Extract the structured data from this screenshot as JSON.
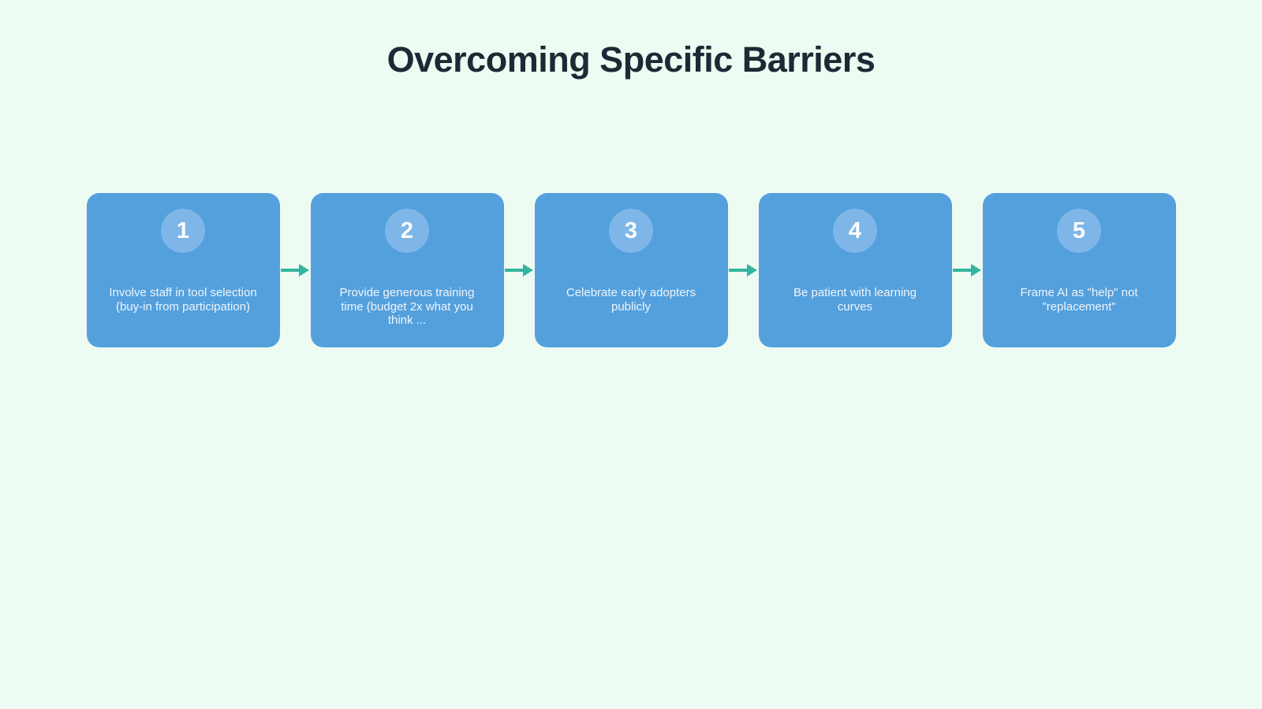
{
  "page": {
    "title": "Overcoming Specific Barriers"
  },
  "colors": {
    "page_bg": "#edfbf2",
    "card": "#54a0dd",
    "circle": "#7fb6e8",
    "arrow": "#35b5a0",
    "title_text": "#1e2935",
    "card_text": "#eef5fb"
  },
  "steps": [
    {
      "number": "1",
      "text": "Involve staff in tool selection (buy-in from participation)"
    },
    {
      "number": "2",
      "text": "Provide generous training time (budget 2x what you think ..."
    },
    {
      "number": "3",
      "text": "Celebrate early adopters publicly"
    },
    {
      "number": "4",
      "text": "Be patient with learning curves"
    },
    {
      "number": "5",
      "text": "Frame AI as \"help\" not \"replacement\""
    }
  ]
}
